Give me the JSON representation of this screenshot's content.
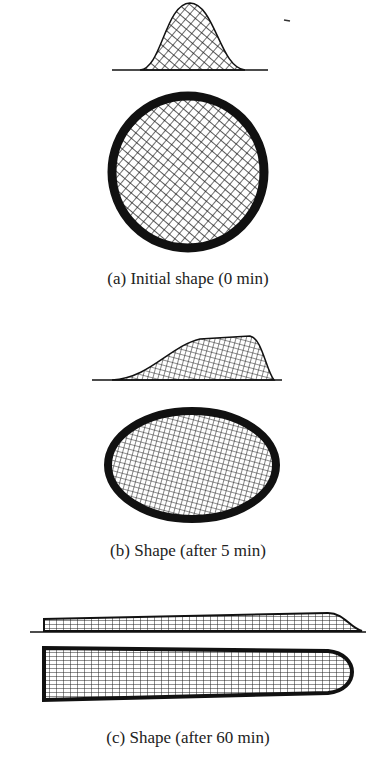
{
  "diagram": {
    "labels": [
      "(a) Initial shape (0 min)",
      "(b) Shape (after 5 min)",
      "(c) Shape (after 60 min)"
    ]
  }
}
